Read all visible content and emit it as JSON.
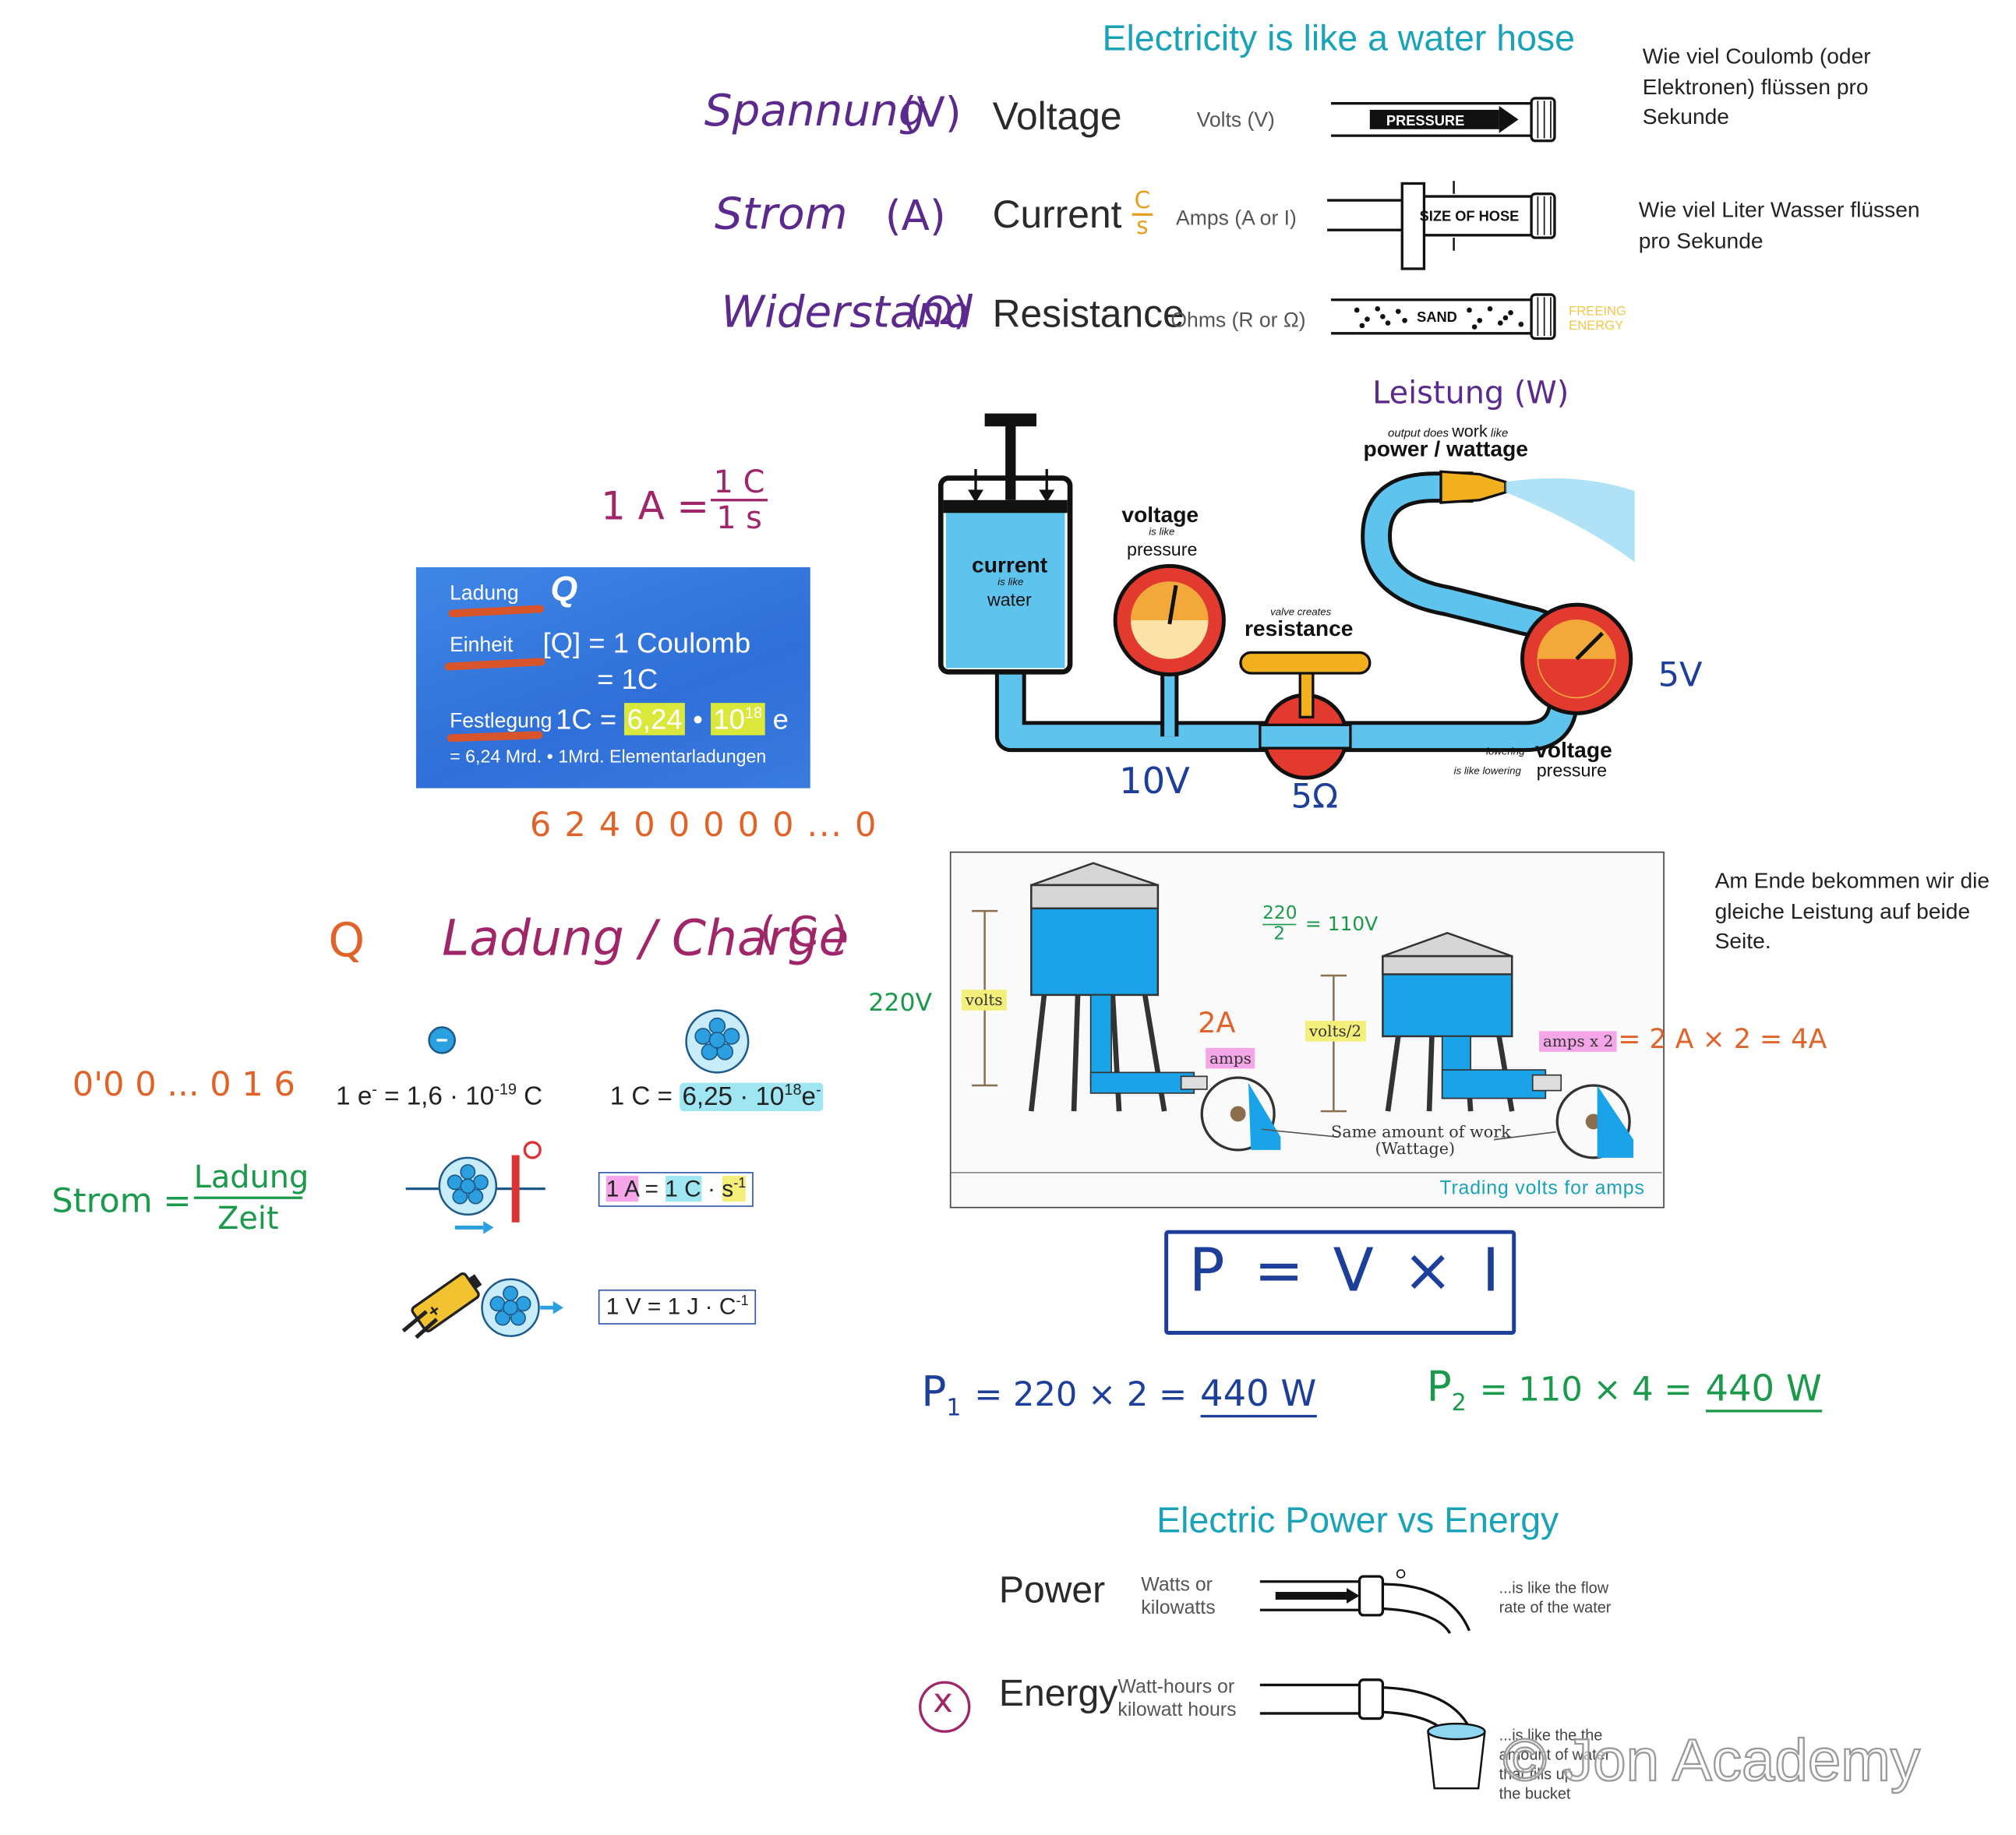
{
  "analogy": {
    "title": "Electricity is like a water hose",
    "rows": [
      {
        "de": "Spannung",
        "sym": "(V)",
        "en": "Voltage",
        "unit": "Volts (V)",
        "hose": "PRESSURE"
      },
      {
        "de": "Strom",
        "sym": "(A)",
        "en": "Current",
        "unit": "Amps (A or I)",
        "hose": "SIZE OF HOSE",
        "frac_num": "C",
        "frac_den": "s"
      },
      {
        "de": "Widerstand",
        "sym": "(Ω)",
        "en": "Resistance",
        "unit": "Ohms (R or Ω)",
        "hose": "SAND"
      }
    ],
    "brand": [
      "FREEING",
      "ENERGY"
    ]
  },
  "notes": {
    "coulomb": "Wie viel Coulomb (oder Elektronen) flüssen pro Sekunde",
    "liters": "Wie viel Liter Wasser flüssen pro Sekunde",
    "end": "Am Ende bekommen wir die gleiche Leistung auf beide Seite."
  },
  "ampere_def": {
    "lhs": "1 A =",
    "num": "1 C",
    "den": "1 s"
  },
  "charge_panel": {
    "row1_label": "Ladung",
    "row1_value": "Q",
    "row2_label": "Einheit",
    "row2_value": "[Q] = 1 Coulomb",
    "row2b": "= 1C",
    "row3_label": "Festlegung",
    "row3_pre": "1C =",
    "row3_mant": "6,24",
    "row3_dot": "•",
    "row3_exp_base": "10",
    "row3_exp": "18",
    "row3_post": "e",
    "row4": "= 6,24 Mrd. • 1Mrd. Elementarladungen"
  },
  "big_number": "6 2 4 0 0 0 0 0 ... 0",
  "charge_heading": {
    "q": "Q",
    "text": "Ladung / Charge",
    "unit": "( C )"
  },
  "small_number": "0'0 0 ... 0 1 6",
  "electron": {
    "pre": "1 e",
    "sup": "-",
    "mid": " = 1,6 · 10",
    "exp": "-19",
    "post": " C"
  },
  "coulomb_eq": {
    "pre": "1 C = ",
    "mant": "6,25 · 10",
    "exp": "18",
    "post": "e",
    "sup": "-"
  },
  "strom_def": {
    "lhs": "Strom =",
    "num": "Ladung",
    "den": "Zeit"
  },
  "amp_box": {
    "a": "1 A",
    "eq": " = ",
    "c": "1 C",
    "dot": " · ",
    "s": "s",
    "exp": "-1"
  },
  "volt_box": {
    "text": "1 V = 1 J · C",
    "exp": "-1"
  },
  "circuit": {
    "power_de": "Leistung (W)",
    "power_small": "output does",
    "power_work": "work",
    "power_like": "like",
    "power_main": "power / wattage",
    "voltage": "voltage",
    "voltage_like": "is like",
    "voltage_p": "pressure",
    "current": "current",
    "current_like": "is like",
    "current_w": "water",
    "valve_small": "valve creates",
    "valve": "resistance",
    "lower_small": "lowering",
    "lower": "voltage",
    "lower_like": "is like lowering",
    "lower_p": "pressure",
    "v10": "10V",
    "r5": "5Ω",
    "v5": "5V"
  },
  "towers": {
    "v220": "220V",
    "volts": "volts",
    "half_num": "220",
    "half_den": "2",
    "half_eq": "= 110V",
    "volts2": "volts/2",
    "amps": "amps",
    "two_a": "2A",
    "amps2": "amps x 2",
    "eq4": "= 2 A × 2 = 4A",
    "same_work": "Same amount of work",
    "wattage": "(Wattage)",
    "caption": "Trading volts for amps"
  },
  "formula": "P  =  V  ×  I",
  "p1": {
    "p": "P",
    "sub": "1",
    "expr": "= 220 × 2 =",
    "result": "440 W"
  },
  "p2": {
    "p": "P",
    "sub": "2",
    "expr": "=  110 ×  4  =",
    "result": "440 W"
  },
  "energy": {
    "title": "Electric Power vs Energy",
    "power": "Power",
    "power_unit1": "Watts or",
    "power_unit2": "kilowatts",
    "power_desc1": "...is like the flow",
    "power_desc2": "rate of the water",
    "energy": "Energy",
    "energy_unit1": "Watt-hours or",
    "energy_unit2": "kilowatt hours",
    "energy_desc1": "...is like the the",
    "energy_desc2": "amount of water",
    "energy_desc3": "that fills up",
    "energy_desc4": "the bucket",
    "mark": "x"
  },
  "watermark": "© Jon Academy",
  "colors": {
    "purple": "#5b2a8c",
    "teal": "#1aa3b8",
    "orange": "#e0642a",
    "green": "#1a9a4a",
    "navy": "#1d3f9a",
    "pipe": "#5ec4ee",
    "gauge": "#e33a2f"
  }
}
